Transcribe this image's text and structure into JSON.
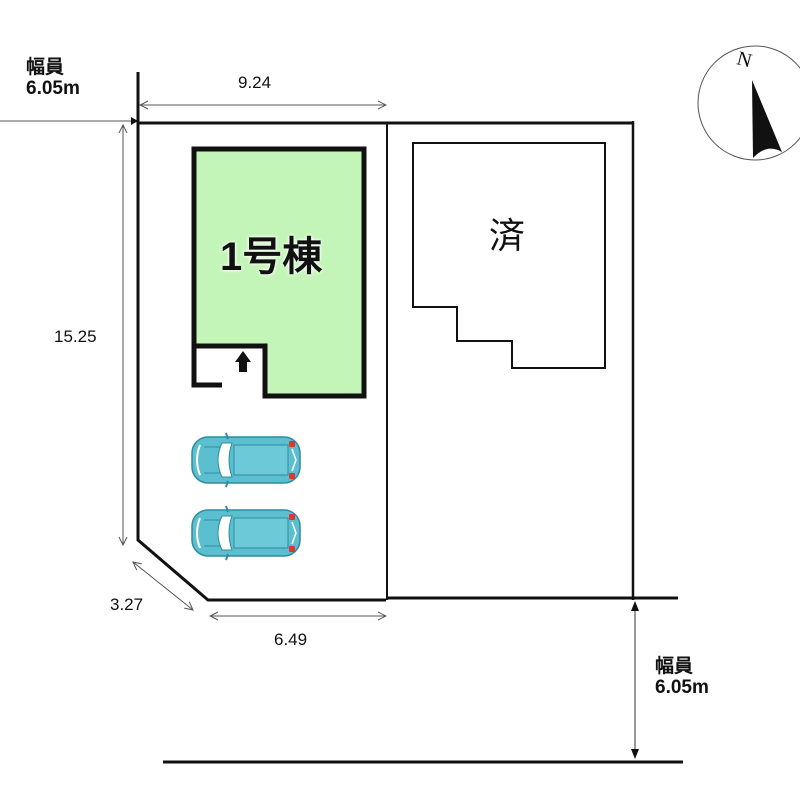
{
  "site_plan": {
    "building": {
      "label": "1号棟",
      "fill_color": "#c4f5b8",
      "entrance_icon": "arrow-up-icon"
    },
    "neighbor": {
      "label": "済"
    },
    "dimensions": {
      "top_width": "9.24",
      "left_depth": "15.25",
      "corner_cut": "3.27",
      "bottom_width": "6.49"
    },
    "roads": {
      "north_west": {
        "label": "幅員",
        "width": "6.05m"
      },
      "south": {
        "label": "幅員",
        "width": "6.05m"
      }
    },
    "parking": {
      "count": 2,
      "car_color": "#5bbfd0"
    },
    "compass": {
      "label": "N"
    }
  }
}
